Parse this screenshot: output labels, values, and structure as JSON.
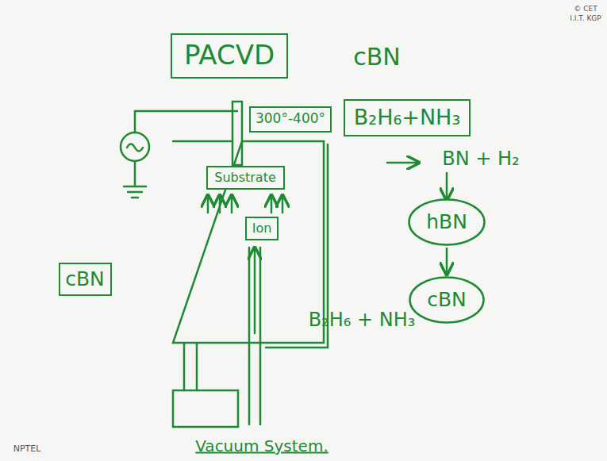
{
  "diagram": {
    "nodes": [
      {
        "text": [
          "PACVD"
        ]
      },
      {
        "text": [
          "300°-400°"
        ]
      },
      {
        "text": [
          "B₂H₆+NH₃"
        ]
      },
      {
        "text": [
          "cBN"
        ]
      },
      {
        "text": [
          "Substrate"
        ]
      },
      {
        "text": [
          "Ion"
        ]
      },
      {
        "text": [
          "hBN"
        ]
      },
      {
        "text": [
          "cBN"
        ]
      }
    ],
    "edges": [
      {
        "from": 6,
        "to": 7,
        "arrow": "to"
      }
    ],
    "labels": [
      "cBN",
      "BN + H₂",
      "B₂H₆ + NH₃",
      "Vacuum System.",
      "© CET",
      "I.I.T. KGP",
      "NPTEL"
    ]
  }
}
